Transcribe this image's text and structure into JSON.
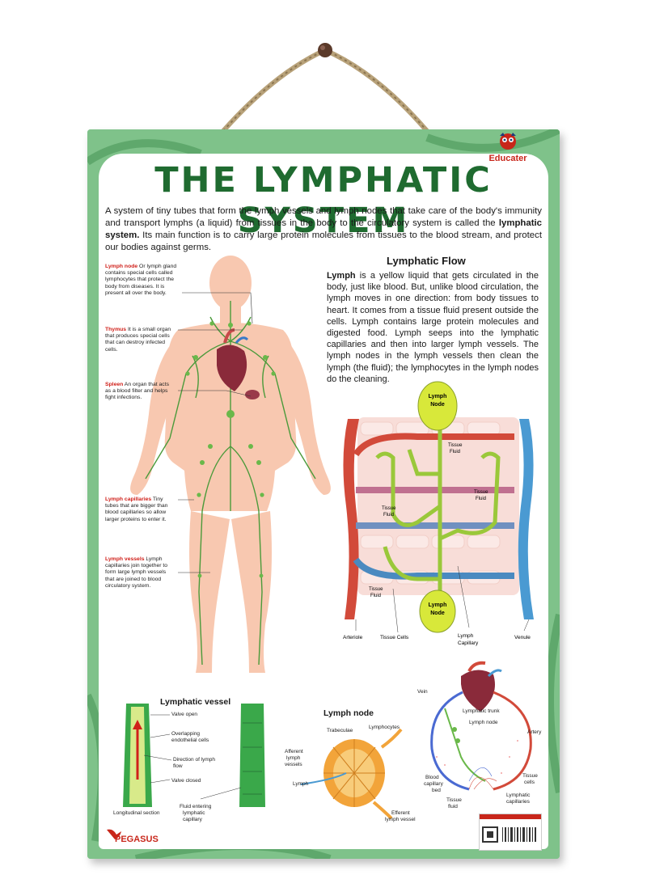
{
  "brand": {
    "logo_text": "Educater",
    "publisher": "PEGASUS"
  },
  "title": "THE LYMPHATIC SYSTEM",
  "intro": {
    "part1": "A system of tiny tubes that form the lymph vessels and lymph nodes that take care of the body's immunity and transport lymphs (a liquid) from tissues in the body to the circulatory system is called the ",
    "bold": "lymphatic system.",
    "part2": " Its main function is to carry large protein molecules from tissues to the blood stream, and protect our bodies against germs."
  },
  "body_labels": [
    {
      "name": "Lymph node",
      "text": " Or lymph gland contains special cells called lymphocytes that protect the body from diseases. It is present all over the body."
    },
    {
      "name": "Thymus",
      "text": " It is a small organ that produces special cells that can destroy infected cells."
    },
    {
      "name": "Spleen",
      "text": " An organ that acts as a blood filter and helps fight infections."
    },
    {
      "name": "Lymph capillaries",
      "text": " Tiny tubes that are bigger than blood capillaries so allow larger proteins to enter it."
    },
    {
      "name": "Lymph vessels",
      "text": " Lymph capillaries join together to form large lymph vessels that are joined to blood circulatory system."
    }
  ],
  "flow": {
    "title": "Lymphatic Flow",
    "bold": "Lymph",
    "text": " is a yellow liquid that gets circulated in the body, just like blood. But, unlike blood circulation, the lymph moves in one direction: from body tissues to heart. It comes from a tissue fluid present outside the cells. Lymph contains large protein molecules and digested food. Lymph seeps into the lymphatic capillaries and then into larger lymph vessels. The lymph nodes in the lymph vessels then clean the lymph (the fluid); the lymphocytes in the lymph nodes do the cleaning."
  },
  "flow_diagram": {
    "node_top": [
      "Lymph",
      "Node"
    ],
    "node_bottom": [
      "Lymph",
      "Node"
    ],
    "tissue_fluid": [
      "Tissue",
      "Fluid"
    ],
    "arteriole": "Arteriole",
    "tissue_cells": "Tissue Cells",
    "lymph_capillary": [
      "Lymph",
      "Capillary"
    ],
    "venule": "Venule"
  },
  "vessel": {
    "title": "Lymphatic vessel",
    "valve_open": "Valve open",
    "overlapping": [
      "Overlapping",
      "endothelial cells"
    ],
    "direction": [
      "Direction of lymph",
      "flow"
    ],
    "valve_closed": "Valve closed",
    "longitudinal": "Longitudinal section",
    "fluid_entering": [
      "Fluid entering",
      "lymphatic",
      "capillary"
    ]
  },
  "node": {
    "title": "Lymph node",
    "trabeculae": "Trabeculae",
    "lymphocytes": "Lymphocytes",
    "afferent": [
      "Afferent",
      "lymph",
      "vessels"
    ],
    "lymph": "Lymph",
    "efferent": [
      "Efferent",
      "lymph vessel"
    ]
  },
  "circ": {
    "vein": "Vein",
    "lymphatic_trunk": "Lymphatic trunk",
    "lymph_node": "Lymph node",
    "artery": "Artery",
    "blood_capillary": [
      "Blood",
      "capillary",
      "bed"
    ],
    "tissue_fluid": [
      "Tissue",
      "fluid"
    ],
    "tissue_cells": [
      "Tissue",
      "cells"
    ],
    "lymphatic_capillaries": [
      "Lymphatic",
      "capillaries"
    ]
  }
}
